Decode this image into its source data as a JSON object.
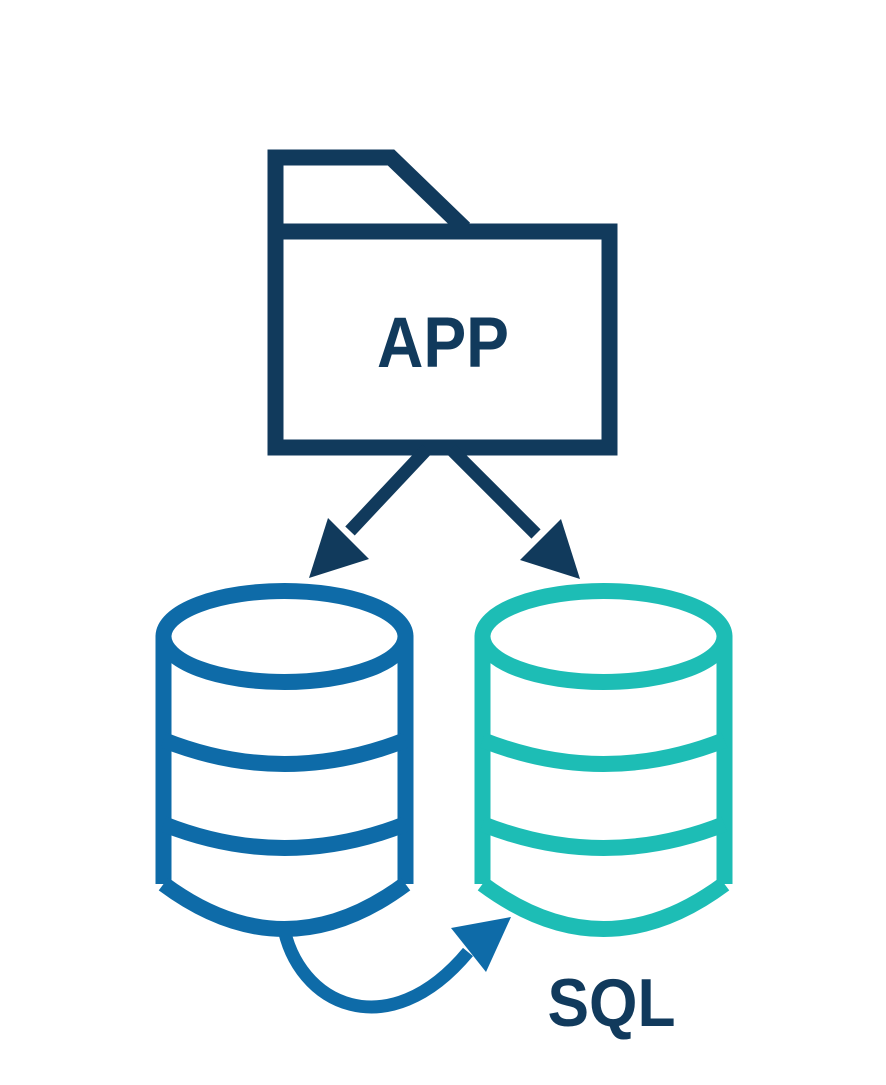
{
  "labels": {
    "app_node": "APP",
    "sql_caption": "SQL"
  },
  "colors": {
    "navy": "#113A5C",
    "blue": "#0E6BA8",
    "teal": "#1DBDB5",
    "background": "#FFFFFF"
  },
  "diagram": {
    "type": "flow",
    "description": "An application folder node fans out via two arrows to two database cylinders; a curved arrow loops from the left database into the right database, which is captioned SQL.",
    "nodes": [
      {
        "id": "app",
        "label": "APP",
        "shape": "folder",
        "color": "#113A5C"
      },
      {
        "id": "db-left",
        "label": "",
        "shape": "database-cylinder",
        "color": "#0E6BA8"
      },
      {
        "id": "db-right",
        "label": "SQL",
        "shape": "database-cylinder",
        "color": "#1DBDB5"
      }
    ],
    "edges": [
      {
        "from": "app",
        "to": "db-left",
        "style": "straight-arrow",
        "color": "#113A5C"
      },
      {
        "from": "app",
        "to": "db-right",
        "style": "straight-arrow",
        "color": "#113A5C"
      },
      {
        "from": "db-left",
        "to": "db-right",
        "style": "curved-arrow",
        "color": "#0E6BA8"
      }
    ]
  }
}
